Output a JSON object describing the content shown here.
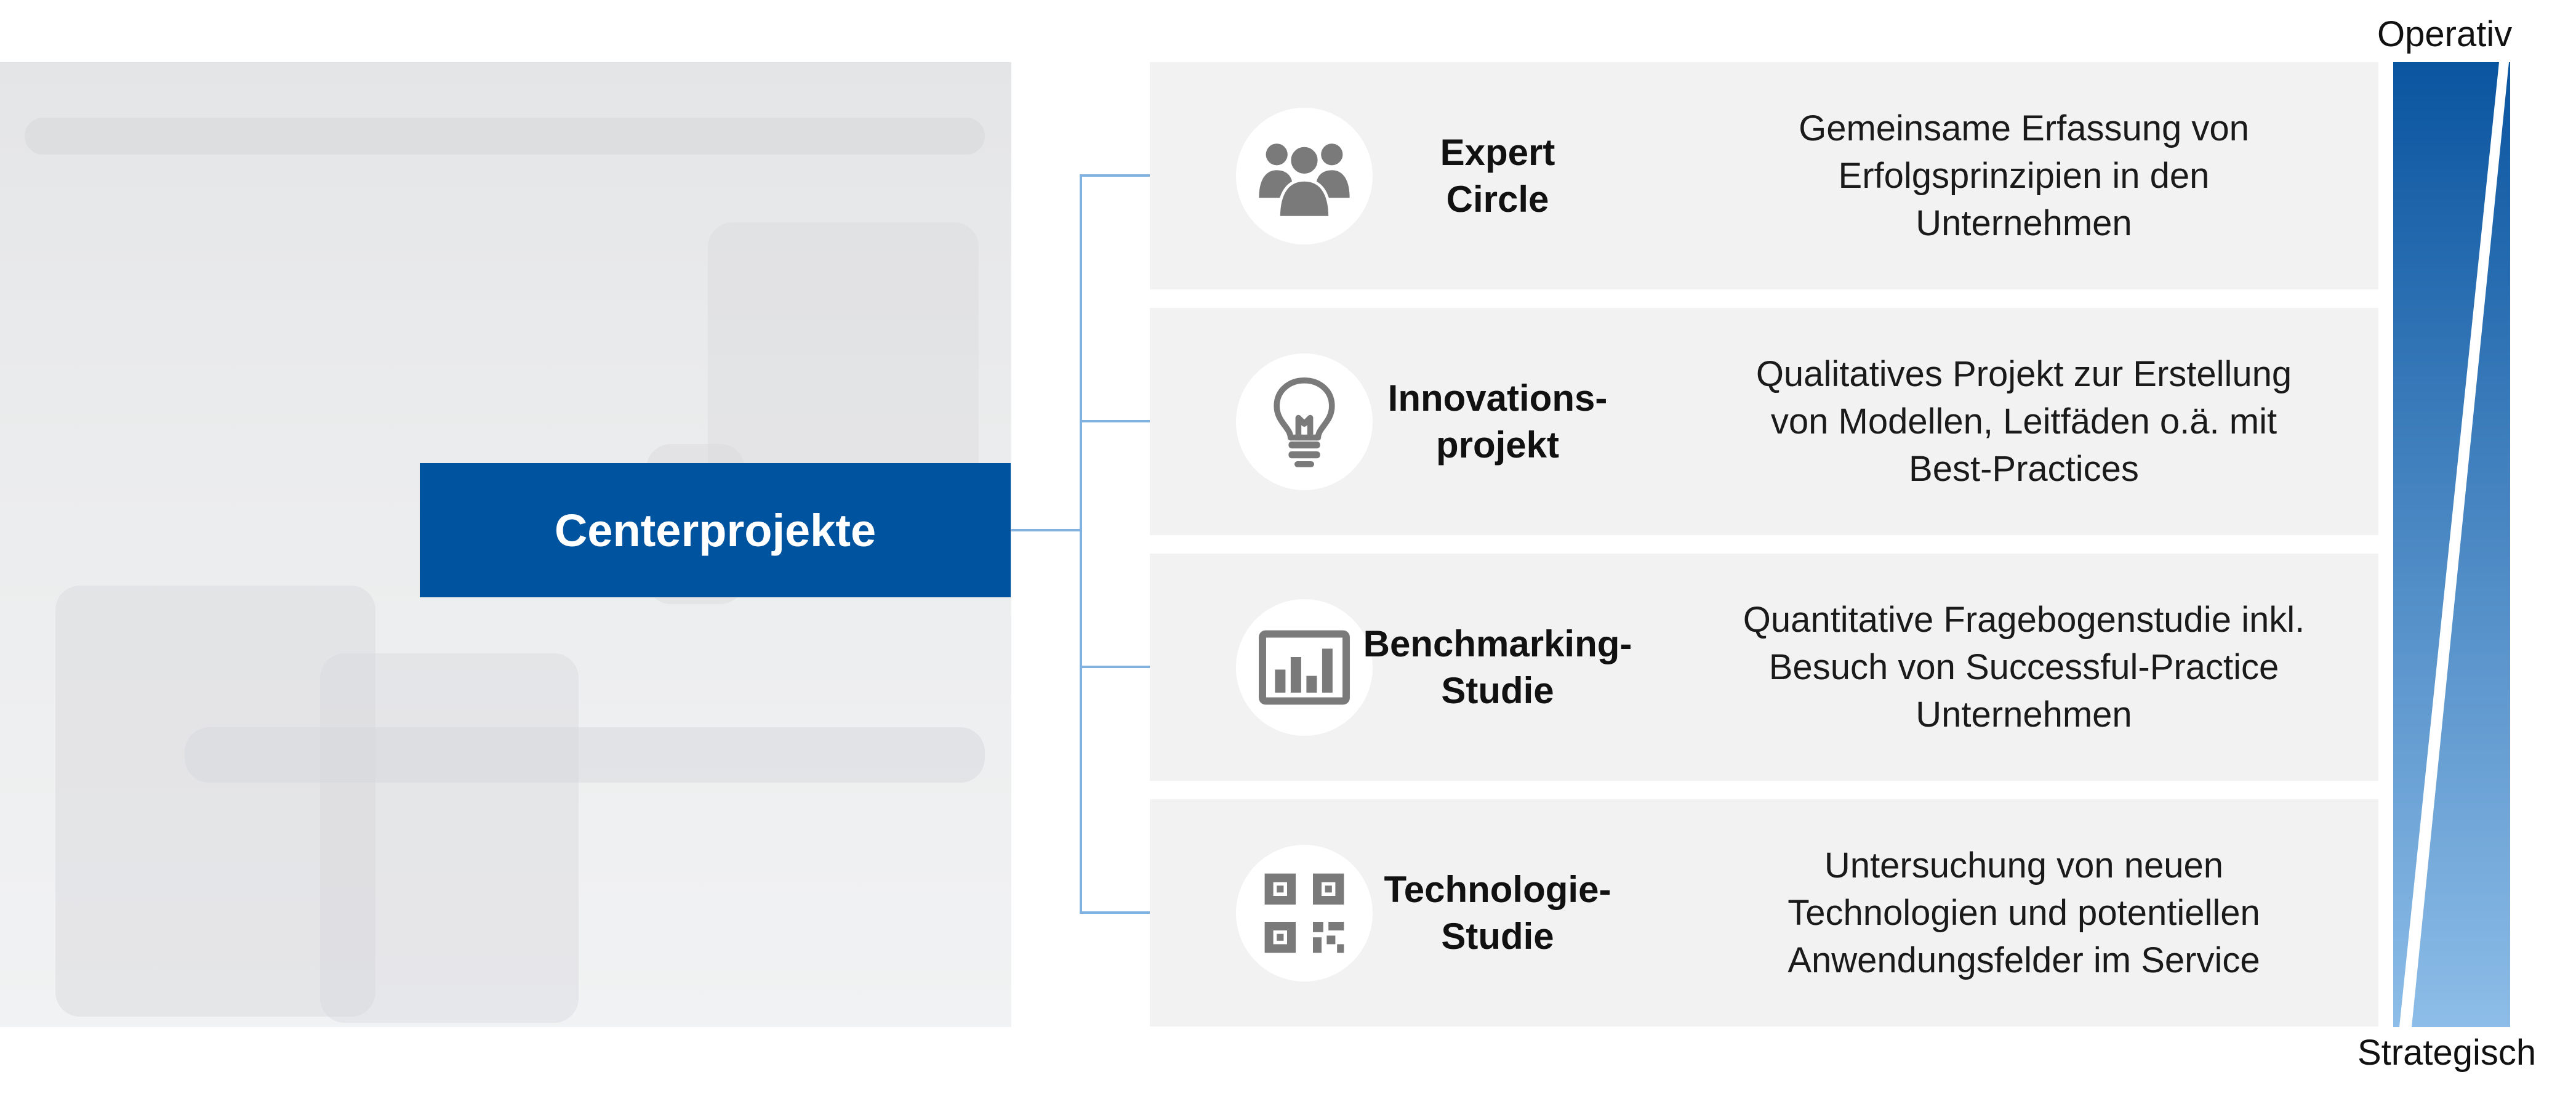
{
  "center": {
    "label": "Centerprojekte"
  },
  "rows": [
    {
      "icon": "group-icon",
      "title_lines": [
        "Expert",
        "Circle"
      ],
      "desc_lines": [
        "Gemeinsame Erfassung von",
        "Erfolgsprinzipien in den",
        "Unternehmen"
      ]
    },
    {
      "icon": "lightbulb-icon",
      "title_lines": [
        "Innovations-",
        "projekt"
      ],
      "desc_lines": [
        "Qualitatives Projekt zur Erstellung",
        "von Modellen, Leitfäden o.ä. mit",
        "Best-Practices"
      ]
    },
    {
      "icon": "bar-chart-icon",
      "title_lines": [
        "Benchmarking-",
        "Studie"
      ],
      "desc_lines": [
        "Quantitative Fragebogenstudie inkl.",
        "Besuch von Successful-Practice",
        "Unternehmen"
      ]
    },
    {
      "icon": "qr-code-icon",
      "title_lines": [
        "Technologie-",
        "Studie"
      ],
      "desc_lines": [
        "Untersuchung von neuen",
        "Technologien und potentiellen",
        "Anwendungsfelder im Service"
      ]
    }
  ],
  "scale": {
    "top_label": "Operativ",
    "bottom_label": "Strategisch"
  },
  "colors": {
    "accent": "#00549f",
    "connector": "#7fb2e0",
    "row_bg": "#f2f2f2",
    "icon": "#7a7a7a"
  }
}
